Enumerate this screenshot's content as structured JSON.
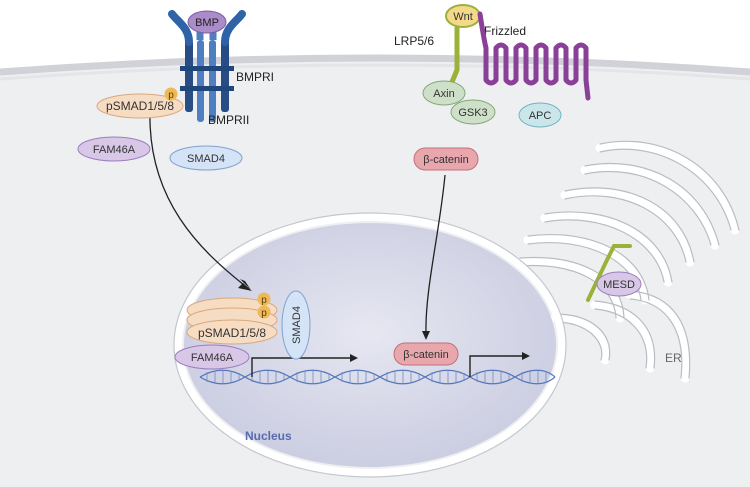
{
  "labels": {
    "bmp": "BMP",
    "bmpri": "BMPRI",
    "bmprii": "BMPRII",
    "p": "p",
    "psmad": "pSMAD1/5/8",
    "fam46a": "FAM46A",
    "smad4": "SMAD4",
    "wnt": "Wnt",
    "lrp": "LRP5/6",
    "frizzled": "Frizzled",
    "axin": "Axin",
    "gsk3": "GSK3",
    "apc": "APC",
    "beta_catenin": "β-catenin",
    "mesd": "MESD",
    "er": "ER",
    "nucleus": "Nucleus"
  },
  "colors": {
    "cell_bg": "#eeeff1",
    "membrane": "#d5d7db",
    "nucleus_fill": "#dfe0ec",
    "receptor_blue": "#2f63a8",
    "receptor_dark": "#284d85",
    "bmp_purple": "#a98cc8",
    "psmad_fill": "#f6dcc3",
    "fam46a_fill": "#d8c7e7",
    "smad4_fill": "#d4e4f6",
    "wnt_fill": "#f5d98a",
    "lrp_green": "#9bb23a",
    "frizzled_purple": "#8a3f98",
    "axin_fill": "#cfe0c8",
    "apc_fill": "#cbe6ea",
    "beta_fill": "#e8a6ad",
    "p_fill": "#efb956",
    "dna_blue": "#3f67b3"
  }
}
